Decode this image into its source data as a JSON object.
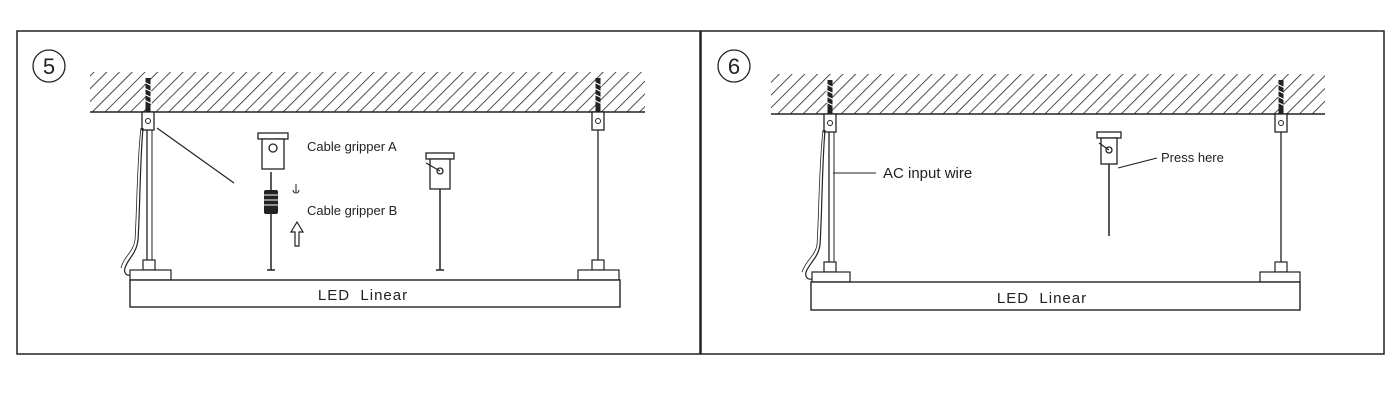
{
  "panels": [
    {
      "step": "5",
      "bar_label": "LED  Linear",
      "callouts": {
        "gripper_a": "Cable gripper A",
        "gripper_b": "Cable gripper B"
      }
    },
    {
      "step": "6",
      "bar_label": "LED  Linear",
      "callouts": {
        "ac_wire": "AC input wire",
        "press": "Press here"
      }
    }
  ],
  "colors": {
    "line": "#222222",
    "background": "#ffffff"
  }
}
